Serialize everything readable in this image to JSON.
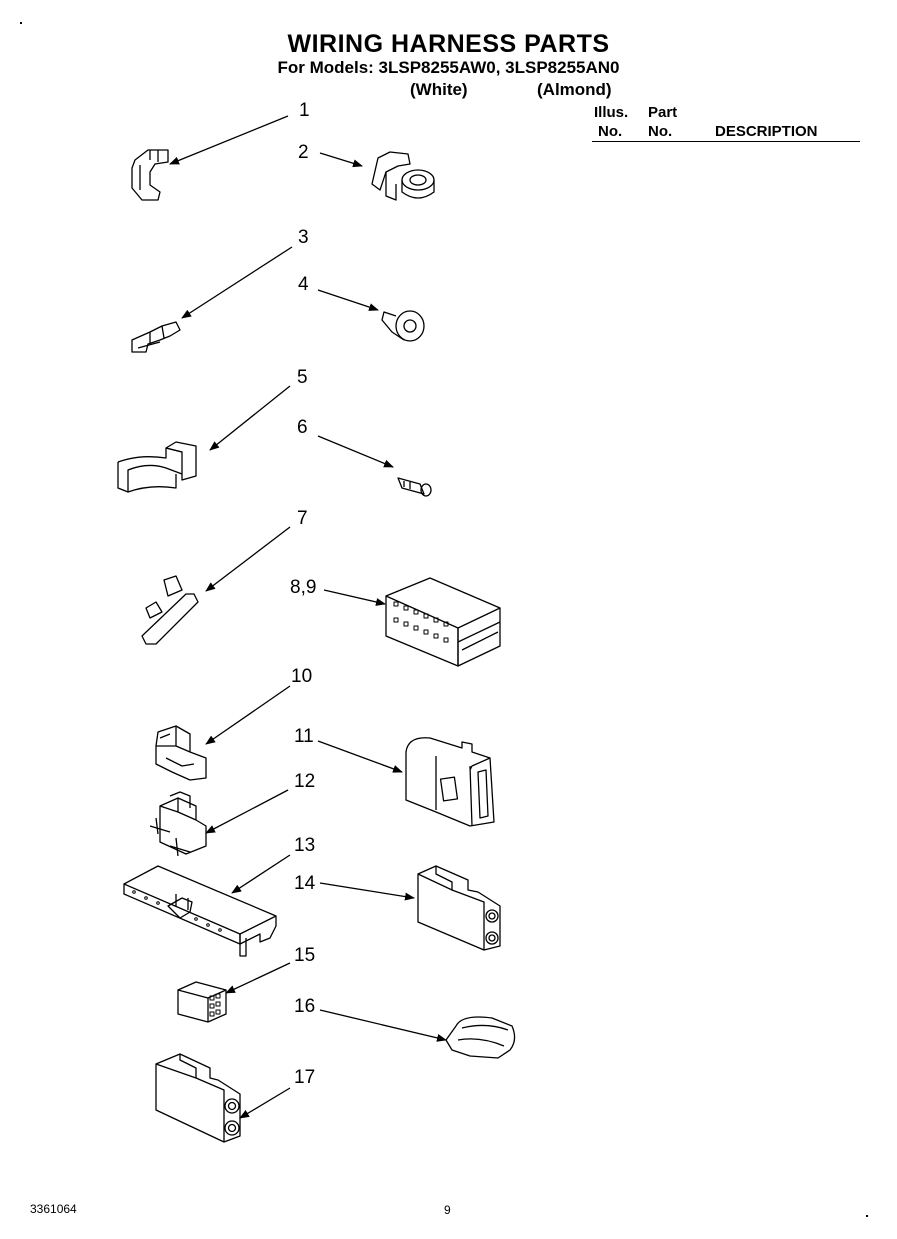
{
  "header": {
    "title": "WIRING HARNESS PARTS",
    "subtitle": "For Models: 3LSP8255AW0, 3LSP8255AN0",
    "color_white": "(White)",
    "color_almond": "(Almond)"
  },
  "table_header": {
    "illus_line1": "Illus.",
    "illus_line2": "No.",
    "part_line1": "Part",
    "part_line2": "No.",
    "description": "DESCRIPTION"
  },
  "callouts": [
    "1",
    "2",
    "3",
    "4",
    "5",
    "6",
    "7",
    "8,9",
    "10",
    "11",
    "12",
    "13",
    "14",
    "15",
    "16",
    "17"
  ],
  "footer": {
    "doc_number": "3361064",
    "page_number": "9"
  }
}
